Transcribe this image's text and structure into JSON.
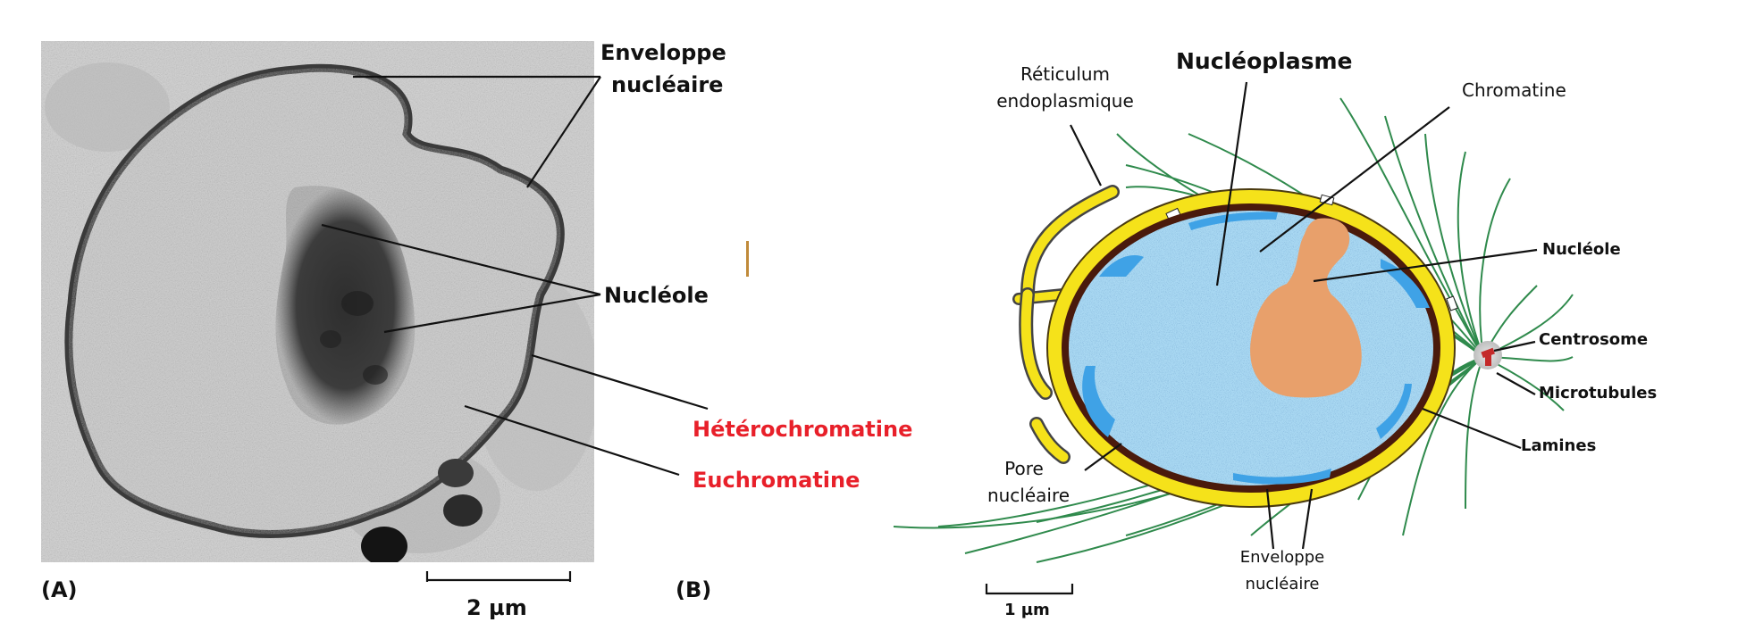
{
  "panel_a": {
    "letter": "(A)",
    "scale_bar": "2 µm",
    "labels": {
      "enveloppe_line1": "Enveloppe",
      "enveloppe_line2": "nucléaire",
      "nucleole": "Nucléole",
      "heterochromatine": "Hétérochromatine",
      "euchromatine": "Euchromatine"
    }
  },
  "panel_b": {
    "letter": "(B)",
    "scale_bar": "1 µm",
    "labels": {
      "reticulum_line1": "Réticulum",
      "reticulum_line2": "endoplasmique",
      "nucleoplasme": "Nucléoplasme",
      "chromatine": "Chromatine",
      "nucleole": "Nucléole",
      "centrosome": "Centrosome",
      "microtubules": "Microtubules",
      "lamines": "Lamines",
      "pore_line1": "Pore",
      "pore_line2": "nucléaire",
      "enveloppe_line1": "Enveloppe",
      "enveloppe_line2": "nucléaire"
    }
  },
  "colors": {
    "envelope_yellow": "#f5e21a",
    "lamina_brown": "#4a1a0c",
    "nucleoplasm_blue": "#a9d8f2",
    "heterochromatin_blue": "#3fa2e6",
    "nucleolus_orange": "#e8a06b",
    "microtubule_green": "#2f8a4c",
    "red_label": "#e8202a"
  }
}
